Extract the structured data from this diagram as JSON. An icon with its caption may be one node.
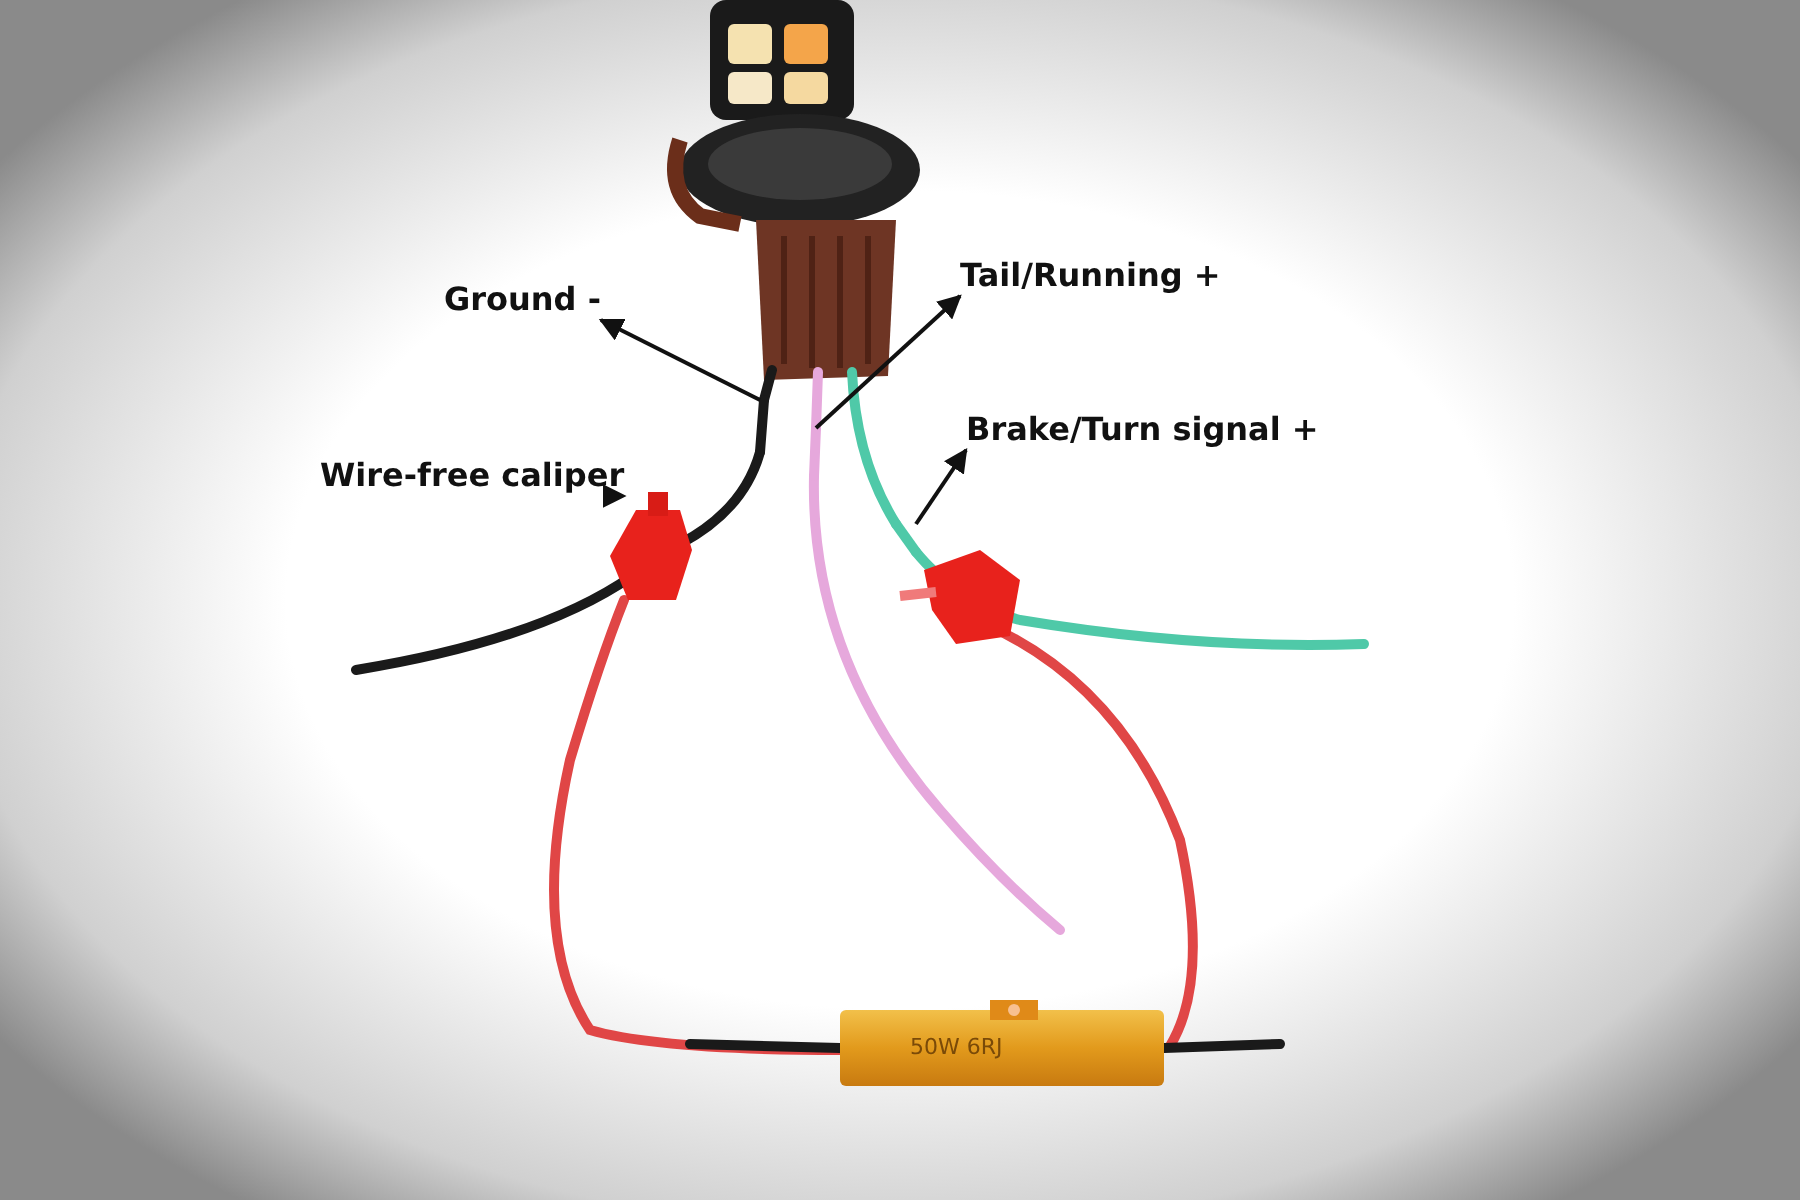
{
  "diagram": {
    "nodes": [
      {
        "text": [
          "Ground -"
        ]
      },
      {
        "text": [
          "Tail/Running +"
        ]
      },
      {
        "text": [
          "Brake/Turn signal +"
        ]
      },
      {
        "text": [
          "Wire-free caliper"
        ]
      },
      {
        "text": [],
        "shape": "picture"
      },
      {
        "text": [],
        "shape": "picture"
      },
      {
        "text": [],
        "shape": "picture"
      },
      {
        "text": [],
        "shape": "picture"
      },
      {
        "text": [],
        "shape": "picture"
      }
    ],
    "edges": [
      {
        "from": 4,
        "to": 0,
        "arrow": "to"
      },
      {
        "from": 5,
        "to": 1,
        "arrow": "to"
      },
      {
        "from": 6,
        "to": 2,
        "arrow": "to"
      },
      {
        "from": 7,
        "to": 3,
        "arrow": "to"
      }
    ],
    "labels": [
      "50W 6RJ"
    ]
  }
}
